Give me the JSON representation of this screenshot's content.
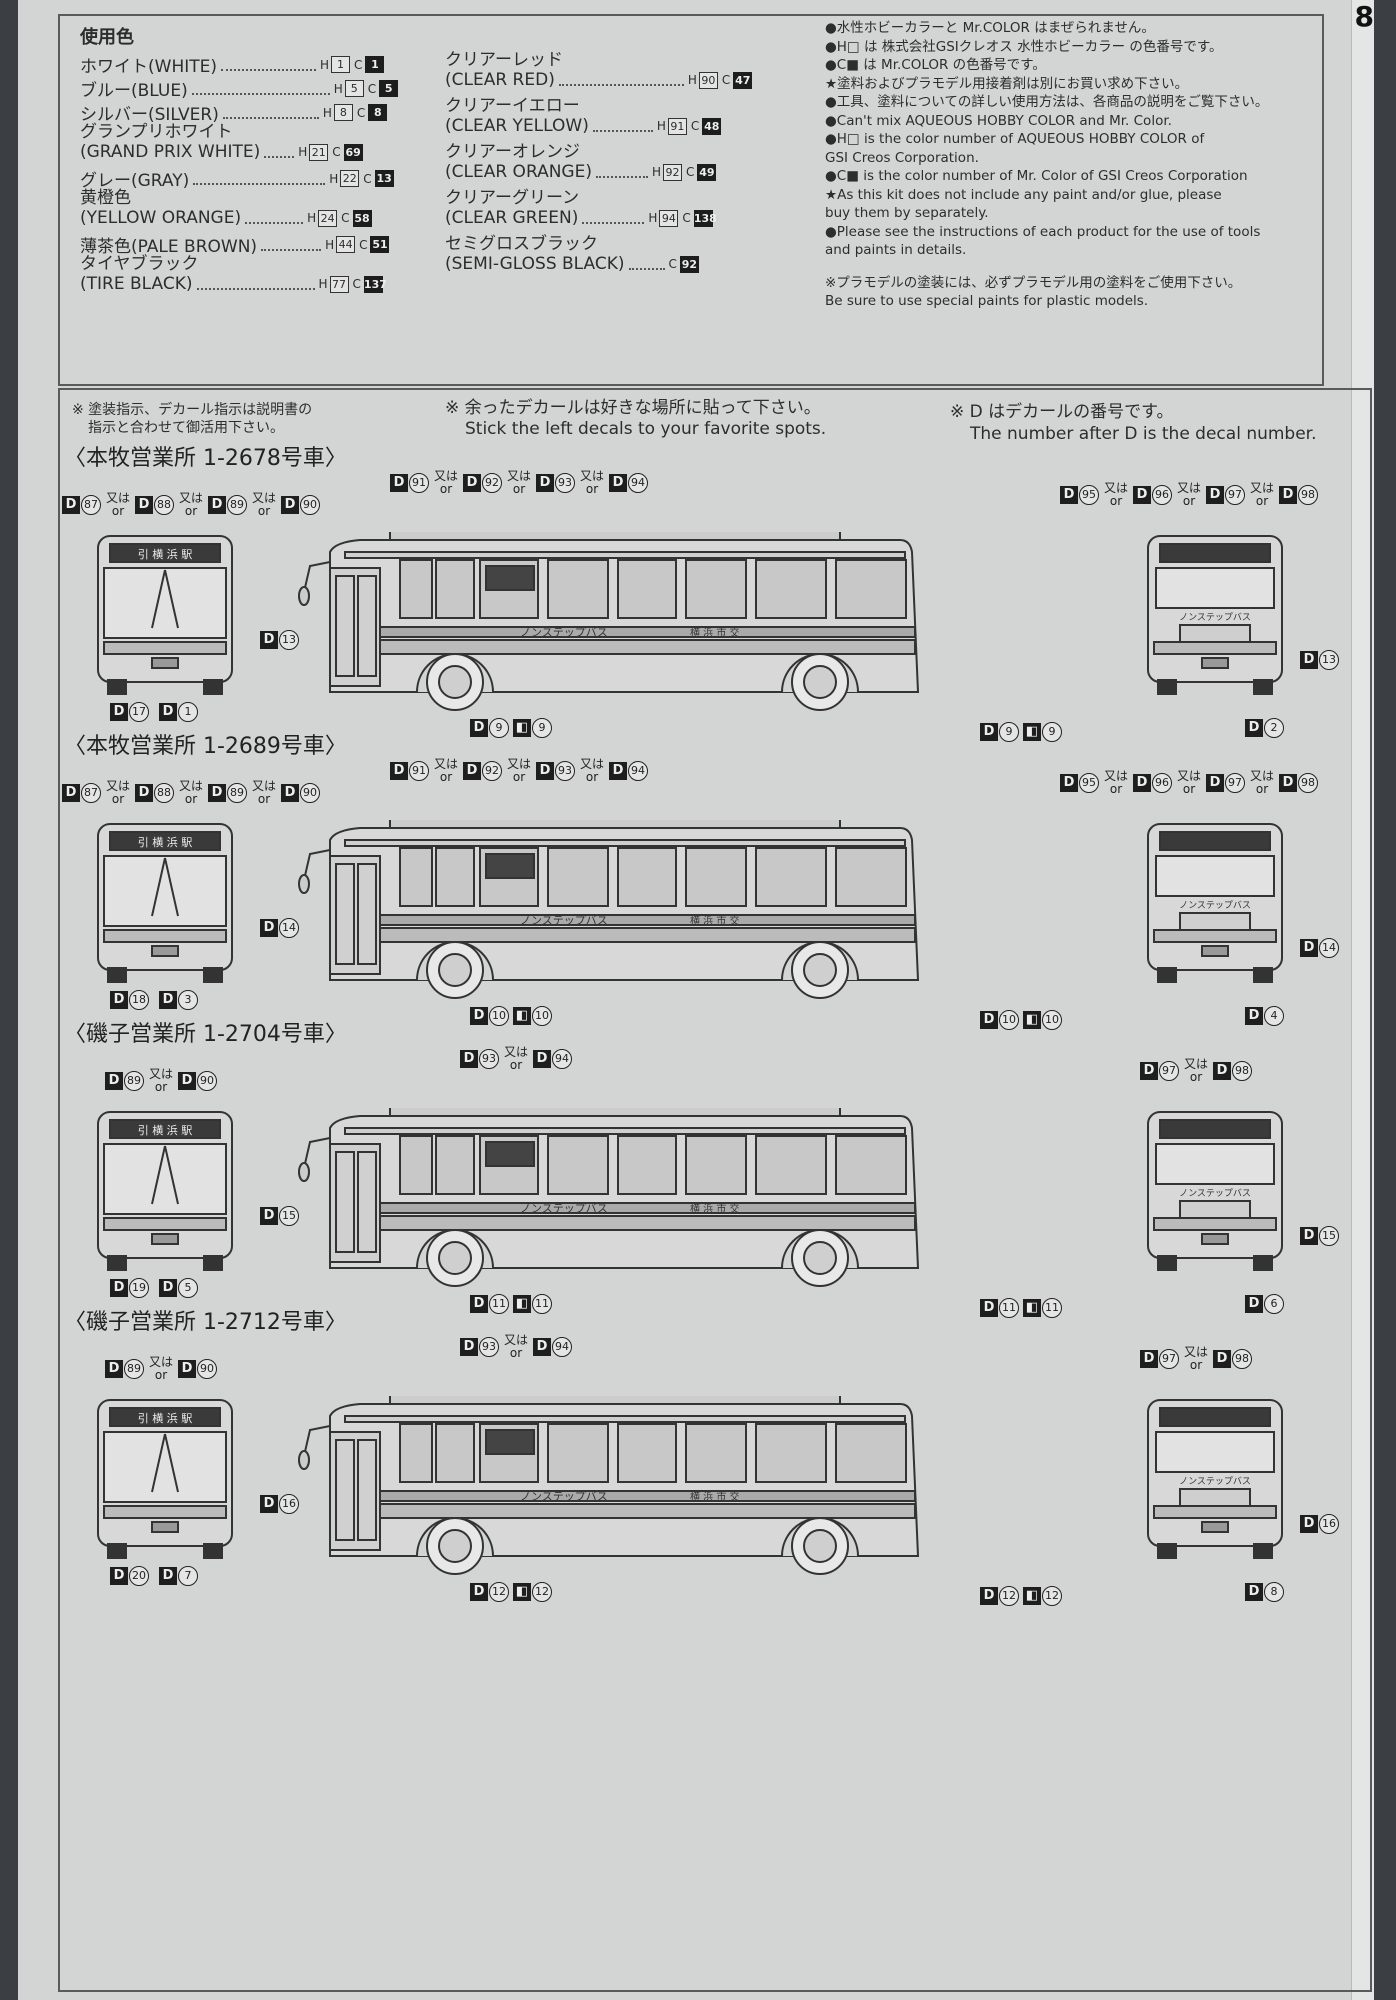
{
  "page_number": "8",
  "colors_section": {
    "title": "使用色",
    "paints_left": [
      {
        "name": "ホワイト(WHITE)",
        "h": "1",
        "c": "1"
      },
      {
        "name": "ブルー(BLUE)",
        "h": "5",
        "c": "5"
      },
      {
        "name": "シルバー(SILVER)",
        "h": "8",
        "c": "8"
      },
      {
        "name": "グランプリホワイト",
        "name2": "(GRAND PRIX WHITE)",
        "h": "21",
        "c": "69"
      },
      {
        "name": "グレー(GRAY)",
        "h": "22",
        "c": "13"
      },
      {
        "name": "黄橙色",
        "name2": "(YELLOW ORANGE)",
        "h": "24",
        "c": "58"
      },
      {
        "name": "薄茶色(PALE BROWN)",
        "h": "44",
        "c": "51"
      },
      {
        "name": "タイヤブラック",
        "name2": "(TIRE BLACK)",
        "h": "77",
        "c": "137"
      }
    ],
    "paints_right": [
      {
        "name": "クリアーレッド",
        "name2": "(CLEAR RED)",
        "h": "90",
        "c": "47"
      },
      {
        "name": "クリアーイエロー",
        "name2": "(CLEAR YELLOW)",
        "h": "91",
        "c": "48"
      },
      {
        "name": "クリアーオレンジ",
        "name2": "(CLEAR ORANGE)",
        "h": "92",
        "c": "49"
      },
      {
        "name": "クリアーグリーン",
        "name2": "(CLEAR GREEN)",
        "h": "94",
        "c": "138"
      },
      {
        "name": "セミグロスブラック",
        "name2": "(SEMI-GLOSS BLACK)",
        "h": "",
        "c": "92"
      }
    ],
    "notes": [
      "●水性ホビーカラーと Mr.COLOR はまぜられません。",
      "●H□ は 株式会社GSIクレオス 水性ホビーカラー の色番号です。",
      "●C■ は Mr.COLOR の色番号です。",
      "★塗料およびプラモデル用接着剤は別にお買い求め下さい。",
      "●工具、塗料についての詳しい使用方法は、各商品の説明をご覧下さい。",
      "●Can't mix AQUEOUS HOBBY COLOR and Mr. Color.",
      "●H□ is the color number of AQUEOUS HOBBY COLOR of",
      "GSI Creos Corporation.",
      "●C■ is the color number of Mr. Color of GSI Creos Corporation",
      "★As this kit does not include any paint and/or glue, please",
      "buy them by separately.",
      "●Please see the instructions of each product for the use of tools",
      "and paints in details.",
      "※プラモデルの塗装には、必ずプラモデル用の塗料をご使用下さい。",
      "Be sure to use special paints for plastic models."
    ]
  },
  "instructions": {
    "note1": [
      "※ 塗装指示、デカール指示は説明書の",
      "指示と合わせて御活用下さい。"
    ],
    "note2": [
      "※ 余ったデカールは好きな場所に貼って下さい。",
      "Stick the left decals to your favorite spots."
    ],
    "note3": [
      "※ D はデカールの番号です。",
      "The number after D is the decal number."
    ]
  },
  "or_label": {
    "jp": "又は",
    "en": "or"
  },
  "buses": [
    {
      "title": "〈本牧営業所 1-2678号車〉",
      "front_top": [
        "87",
        "88",
        "89",
        "90"
      ],
      "front_side": "13",
      "front_bottom": [
        "17",
        "1"
      ],
      "side_top": [
        "91",
        "92",
        "93",
        "94"
      ],
      "side_bottom": "9",
      "rear_top": [
        "95",
        "96",
        "97",
        "98"
      ],
      "rear_side": "13",
      "rear_bottom": "2"
    },
    {
      "title": "〈本牧営業所 1-2689号車〉",
      "front_top": [
        "87",
        "88",
        "89",
        "90"
      ],
      "front_side": "14",
      "front_bottom": [
        "18",
        "3"
      ],
      "side_top": [
        "91",
        "92",
        "93",
        "94"
      ],
      "side_bottom": "10",
      "rear_top": [
        "95",
        "96",
        "97",
        "98"
      ],
      "rear_side": "14",
      "rear_bottom": "4"
    },
    {
      "title": "〈磯子営業所 1-2704号車〉",
      "front_top": [
        "89",
        "90"
      ],
      "front_side": "15",
      "front_bottom": [
        "19",
        "5"
      ],
      "side_top": [
        "93",
        "94"
      ],
      "side_bottom": "11",
      "rear_top": [
        "97",
        "98"
      ],
      "rear_side": "15",
      "rear_bottom": "6"
    },
    {
      "title": "〈磯子営業所 1-2712号車〉",
      "front_top": [
        "89",
        "90"
      ],
      "front_side": "16",
      "front_bottom": [
        "20",
        "7"
      ],
      "side_top": [
        "93",
        "94"
      ],
      "side_bottom": "12",
      "rear_top": [
        "97",
        "98"
      ],
      "rear_side": "16",
      "rear_bottom": "8"
    }
  ],
  "bus_text": {
    "destination": "引 横 浜 駅",
    "nonstep": "ノンステップバス",
    "city": "横 浜 市 交"
  }
}
